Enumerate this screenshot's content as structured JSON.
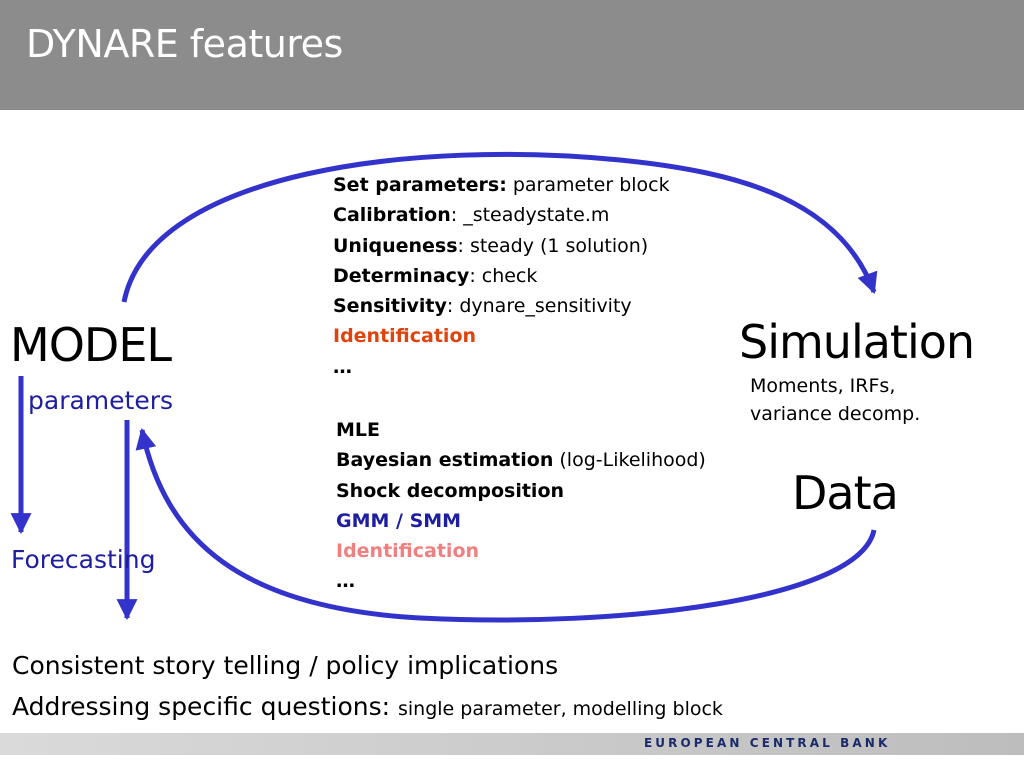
{
  "header": {
    "title": "DYNARE features"
  },
  "nodes": {
    "model": "MODEL",
    "parameters": "parameters",
    "forecasting": "Forecasting",
    "simulation": "Simulation",
    "simulation_detail_1": "Moments, IRFs,",
    "simulation_detail_2": "variance decomp.",
    "data": "Data"
  },
  "calibration_list": [
    {
      "bold": "Set parameters:",
      "text": " parameter block"
    },
    {
      "bold": "Calibration",
      "text": ": _steadystate.m"
    },
    {
      "bold": "Uniqueness",
      "text": ": steady (1 solution)"
    },
    {
      "bold": "Determinacy",
      "text": ": check"
    },
    {
      "bold": "Sensitivity",
      "text": ": dynare_sensitivity"
    },
    {
      "bold": "Identification",
      "text": ""
    },
    {
      "bold": "…",
      "text": ""
    }
  ],
  "estimation_list": [
    {
      "bold": "MLE",
      "text": ""
    },
    {
      "bold": "Bayesian estimation",
      "text": " (log-Likelihood)"
    },
    {
      "bold": "Shock decomposition",
      "text": ""
    },
    {
      "bold": "GMM / SMM",
      "text": ""
    },
    {
      "bold": "Identification",
      "text": ""
    },
    {
      "bold": "…",
      "text": ""
    }
  ],
  "bottom": {
    "line1": "Consistent story telling / policy implications",
    "line2_main": "Addressing specific questions: ",
    "line2_sub": "single parameter, modelling block"
  },
  "footer": {
    "bank": "EUROPEAN CENTRAL BANK"
  },
  "colors": {
    "header_bg": "#8c8c8c",
    "arrow_blue": "#3333cc",
    "label_blue": "#1e1ea0",
    "identification_red": "#e0440e",
    "identification_pink": "#f08080",
    "bank_navy": "#1a2a6b"
  }
}
